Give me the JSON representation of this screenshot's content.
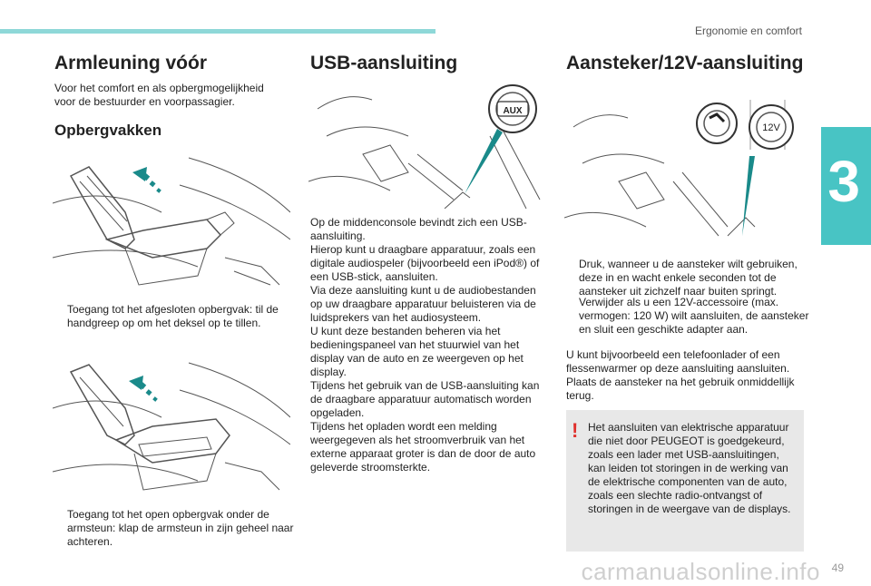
{
  "header": {
    "section": "Ergonomie en comfort",
    "chapter": "3",
    "page": "49"
  },
  "watermark": "carmanualsonline.info",
  "col1": {
    "title": "Armleuning vóór",
    "intro": "Voor het comfort en als opbergmogelijkheid voor de bestuurder en voorpassagier.",
    "subtitle": "Opbergvakken",
    "bullet1": "Toegang tot het afgesloten opbergvak: til de handgreep op om het deksel op te tillen.",
    "bullet2": "Toegang tot het open opbergvak onder de armsteun: klap de armsteun in zijn geheel naar achteren."
  },
  "col2": {
    "title": "USB-aansluiting",
    "aux_label": "AUX",
    "body": "Op de middenconsole bevindt zich een USB-aansluiting.\nHierop kunt u draagbare apparatuur, zoals een digitale audiospeler (bijvoorbeeld een iPod®) of een USB-stick, aansluiten.\nVia deze aansluiting kunt u de audiobestanden op uw draagbare apparatuur beluisteren via de luidsprekers van het audiosysteem.\nU kunt deze bestanden beheren via het bedieningspaneel van het stuurwiel van het display van de auto en ze weergeven op het display.\nTijdens het gebruik van de USB-aansluiting kan de draagbare apparatuur automatisch worden opgeladen.\nTijdens het opladen wordt een melding weergegeven als het stroomverbruik van het externe apparaat groter is dan de door de auto geleverde stroomsterkte."
  },
  "col3": {
    "title": "Aansteker/12V-aansluiting",
    "socket_label": "12V",
    "bullet1": "Druk, wanneer u de aansteker wilt gebruiken, deze in en wacht enkele seconden tot de aansteker uit zichzelf naar buiten springt.",
    "bullet2": "Verwijder als u een 12V-accessoire (max. vermogen: 120 W) wilt aansluiten, de aansteker en sluit een geschikte adapter aan.",
    "body": "U kunt bijvoorbeeld een telefoonlader of een flessenwarmer op deze aansluiting aansluiten. Plaats de aansteker na het gebruik onmiddellijk terug.",
    "warning": "Het aansluiten van elektrische apparatuur die niet door PEUGEOT is goedgekeurd, zoals een lader met USB-aansluitingen, kan leiden tot storingen in de werking van de elektrische componenten van de auto, zoals een slechte radio-ontvangst of storingen in de weergave van de displays."
  },
  "bullet_marker": "",
  "warning_marker": "!",
  "colors": {
    "accent": "#48c4c4",
    "topbar": "#8ed8d8",
    "arrow": "#1a8a8a",
    "warning_bg": "#e8e8e8",
    "warning_mark": "#e0302c"
  }
}
